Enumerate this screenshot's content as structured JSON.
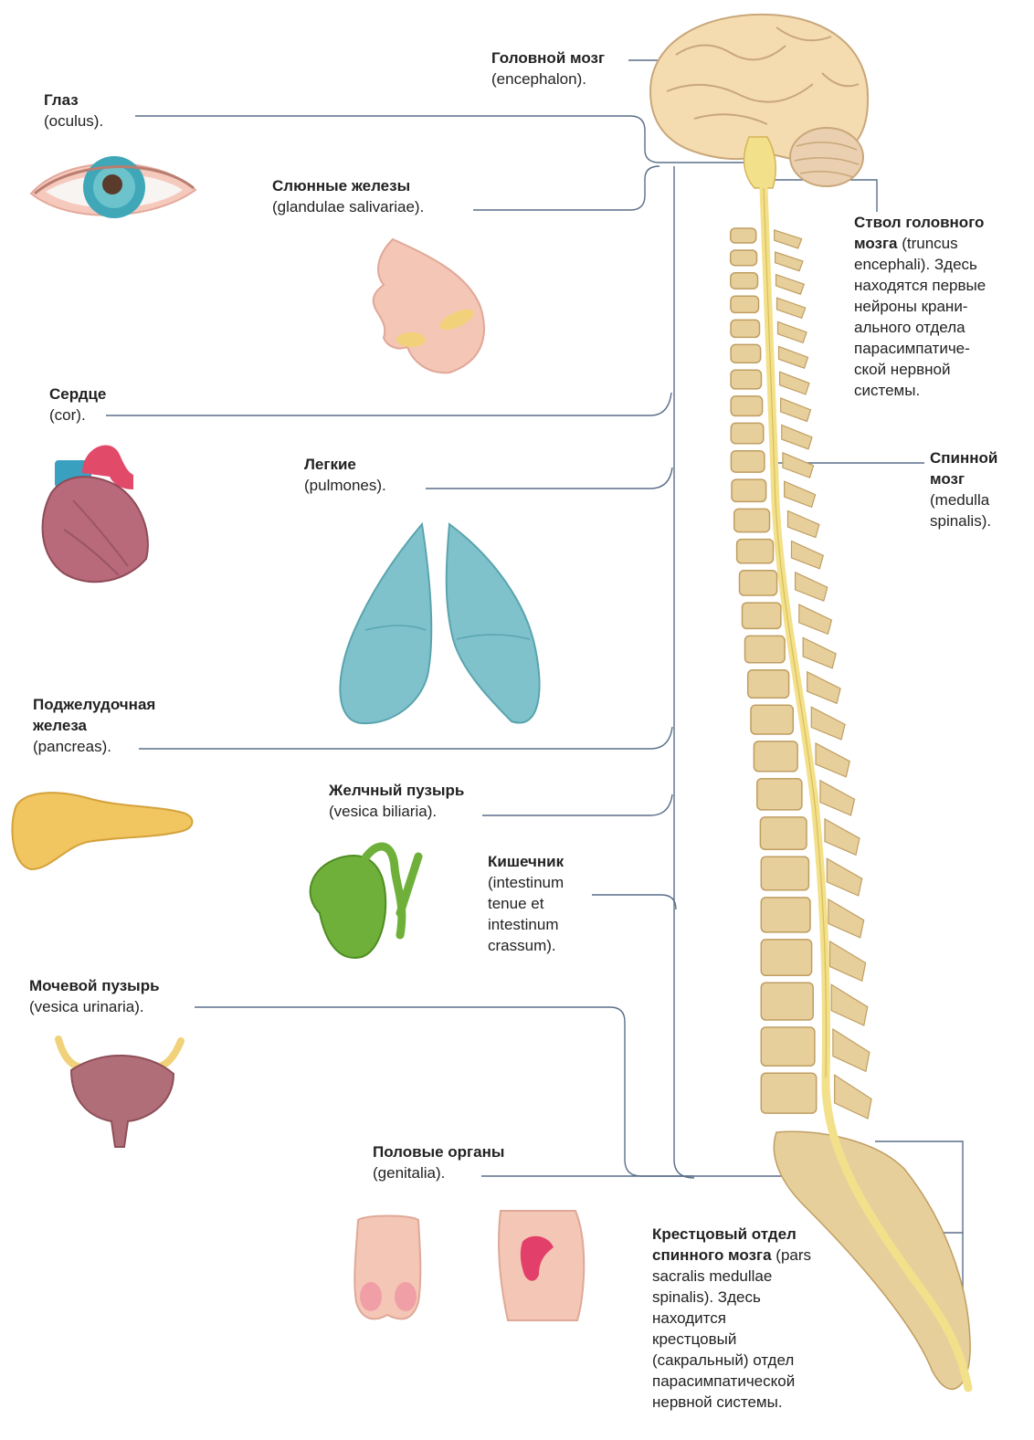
{
  "colors": {
    "leader_line": "#5a6f8a",
    "spinal_cord": "#f3e08a",
    "vertebra": "#e7cf9b",
    "vertebra_edge": "#bf9e62",
    "brain": "#f4dcb0",
    "cerebellum": "#ead0b0",
    "lung": "#7fc2cc",
    "heart": "#b86a7a",
    "aorta": "#e24a6a",
    "vessel_blue": "#3aa0c0",
    "pancreas": "#f1c560",
    "gallbladder": "#6fb03a",
    "bladder": "#b06f78",
    "ureter": "#f1d27a",
    "skin": "#f4c6b6"
  },
  "labels": {
    "brain": {
      "title": "Головной мозг",
      "latin": "(encephalon)."
    },
    "eye": {
      "title": "Глаз",
      "latin": "(oculus)."
    },
    "salivary": {
      "title": "Слюнные железы",
      "latin": "(glandulae salivariae)."
    },
    "heart": {
      "title": "Сердце",
      "latin": "(cor)."
    },
    "lungs": {
      "title": "Легкие",
      "latin": "(pulmones)."
    },
    "pancreas": {
      "title_l1": "Поджелудочная",
      "title_l2": "железа",
      "latin": "(pancreas)."
    },
    "gallbladder": {
      "title": "Желчный пузырь",
      "latin": "(vesica biliaria)."
    },
    "intestine": {
      "title": "Кишечник",
      "l1": "(intestinum",
      "l2": "tenue et",
      "l3": "intestinum",
      "l4": "crassum)."
    },
    "bladder": {
      "title": "Мочевой пузырь",
      "latin": "(vesica urinaria)."
    },
    "genitalia": {
      "title": "Половые органы",
      "latin": "(genitalia)."
    },
    "brainstem": {
      "b1": "Ствол головного",
      "b2": "мозга",
      "n2": " (truncus",
      "l3": "encephali). Здесь",
      "l4": "находятся первые",
      "l5": "нейроны крани-",
      "l6": "ального отдела",
      "l7": "парасимпатиче-",
      "l8": "ской нервной",
      "l9": "системы."
    },
    "spinal_cord": {
      "b1": "Спинной",
      "b2": "мозг",
      "l3": "(medulla",
      "l4": "spinalis)."
    },
    "sacral": {
      "b1": "Крестцовый отдел",
      "b2": "спинного мозга",
      "n2": " (pars",
      "l3": "sacralis medullae",
      "l4": "spinalis). Здесь",
      "l5": "находится",
      "l6": "крестцовый",
      "l7": "(сакральный) отдел",
      "l8": "парасимпатической",
      "l9": "нервной системы."
    }
  }
}
